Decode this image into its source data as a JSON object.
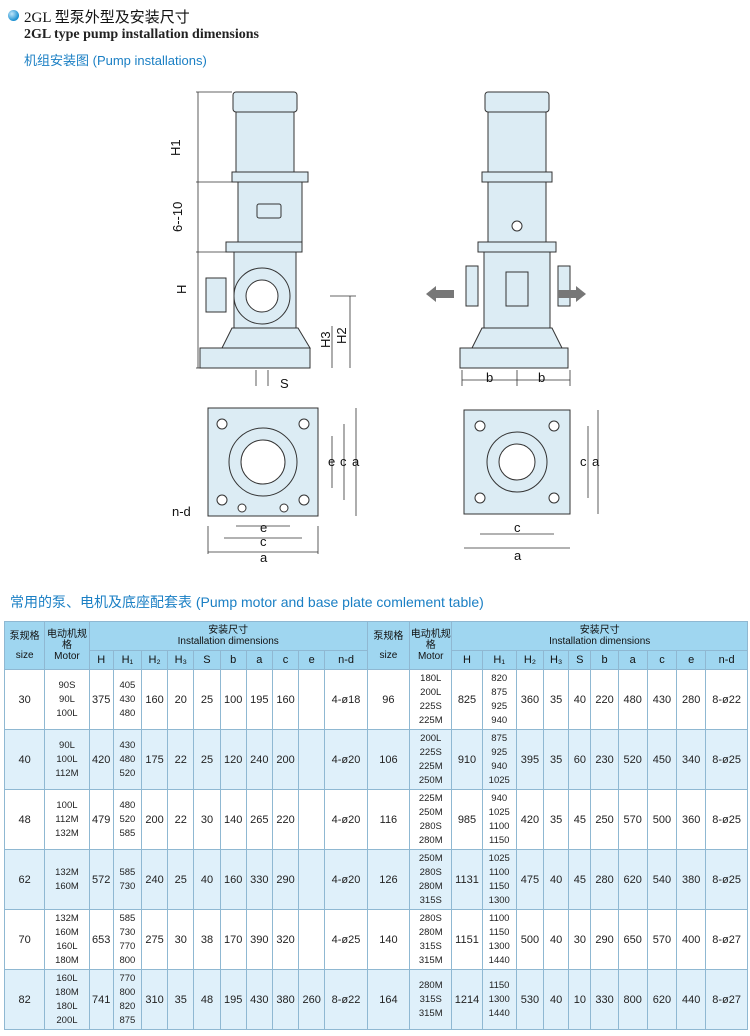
{
  "header": {
    "title_cn": "2GL 型泵外型及安装尺寸",
    "title_en": "2GL type pump installation dimensions",
    "subtitle": "机组安装图 (Pump installations)"
  },
  "drawing_labels": {
    "H1": "H1",
    "range": "6--10",
    "H": "H",
    "H3": "H3",
    "H2": "H2",
    "S": "S",
    "b": "b",
    "e": "e",
    "c": "c",
    "a": "a",
    "nd": "n-d"
  },
  "section_title": "常用的泵、电机及底座配套表 (Pump motor and base plate comlement table)",
  "table": {
    "col_size_cn": "泵规格",
    "col_size_en": "size",
    "col_motor_cn": "电动机规格",
    "col_motor_en": "Motor",
    "col_install_cn": "安装尺寸",
    "col_install_en": "Installation dimensions",
    "dim_headers": [
      "H",
      "H₁",
      "H₂",
      "H₃",
      "S",
      "b",
      "a",
      "c",
      "e",
      "n-d"
    ],
    "left_rows": [
      {
        "size": "30",
        "motor": "90S\n90L\n100L",
        "H": "375",
        "H1": "405\n430\n480",
        "H2": "160",
        "H3": "20",
        "S": "25",
        "b": "100",
        "a": "195",
        "c": "160",
        "e": "",
        "nd": "4-ø18"
      },
      {
        "size": "40",
        "motor": "90L\n100L\n112M",
        "H": "420",
        "H1": "430\n480\n520",
        "H2": "175",
        "H3": "22",
        "S": "25",
        "b": "120",
        "a": "240",
        "c": "200",
        "e": "",
        "nd": "4-ø20"
      },
      {
        "size": "48",
        "motor": "100L\n112M\n132M",
        "H": "479",
        "H1": "480\n520\n585",
        "H2": "200",
        "H3": "22",
        "S": "30",
        "b": "140",
        "a": "265",
        "c": "220",
        "e": "",
        "nd": "4-ø20"
      },
      {
        "size": "62",
        "motor": "132M\n160M",
        "H": "572",
        "H1": "585\n730",
        "H2": "240",
        "H3": "25",
        "S": "40",
        "b": "160",
        "a": "330",
        "c": "290",
        "e": "",
        "nd": "4-ø20"
      },
      {
        "size": "70",
        "motor": "132M\n160M\n160L\n180M",
        "H": "653",
        "H1": "585\n730\n770\n800",
        "H2": "275",
        "H3": "30",
        "S": "38",
        "b": "170",
        "a": "390",
        "c": "320",
        "e": "",
        "nd": "4-ø25"
      },
      {
        "size": "82",
        "motor": "160L\n180M\n180L\n200L",
        "H": "741",
        "H1": "770\n800\n820\n875",
        "H2": "310",
        "H3": "35",
        "S": "48",
        "b": "195",
        "a": "430",
        "c": "380",
        "e": "260",
        "nd": "8-ø22"
      }
    ],
    "right_rows": [
      {
        "size": "96",
        "motor": "180L\n200L\n225S\n225M",
        "H": "825",
        "H1": "820\n875\n925\n940",
        "H2": "360",
        "H3": "35",
        "S": "40",
        "b": "220",
        "a": "480",
        "c": "430",
        "e": "280",
        "nd": "8-ø22"
      },
      {
        "size": "106",
        "motor": "200L\n225S\n225M\n250M",
        "H": "910",
        "H1": "875\n925\n940\n1025",
        "H2": "395",
        "H3": "35",
        "S": "60",
        "b": "230",
        "a": "520",
        "c": "450",
        "e": "340",
        "nd": "8-ø25"
      },
      {
        "size": "116",
        "motor": "225M\n250M\n280S\n280M",
        "H": "985",
        "H1": "940\n1025\n1100\n1150",
        "H2": "420",
        "H3": "35",
        "S": "45",
        "b": "250",
        "a": "570",
        "c": "500",
        "e": "360",
        "nd": "8-ø25"
      },
      {
        "size": "126",
        "motor": "250M\n280S\n280M\n315S",
        "H": "1131",
        "H1": "1025\n1100\n1150\n1300",
        "H2": "475",
        "H3": "40",
        "S": "45",
        "b": "280",
        "a": "620",
        "c": "540",
        "e": "380",
        "nd": "8-ø25"
      },
      {
        "size": "140",
        "motor": "280S\n280M\n315S\n315M",
        "H": "1151",
        "H1": "1100\n1150\n1300\n1440",
        "H2": "500",
        "H3": "40",
        "S": "30",
        "b": "290",
        "a": "650",
        "c": "570",
        "e": "400",
        "nd": "8-ø27"
      },
      {
        "size": "164",
        "motor": "280M\n315S\n315M",
        "H": "1214",
        "H1": "1150\n1300\n1440",
        "H2": "530",
        "H3": "40",
        "S": "10",
        "b": "330",
        "a": "800",
        "c": "620",
        "e": "440",
        "nd": "8-ø27"
      }
    ]
  }
}
